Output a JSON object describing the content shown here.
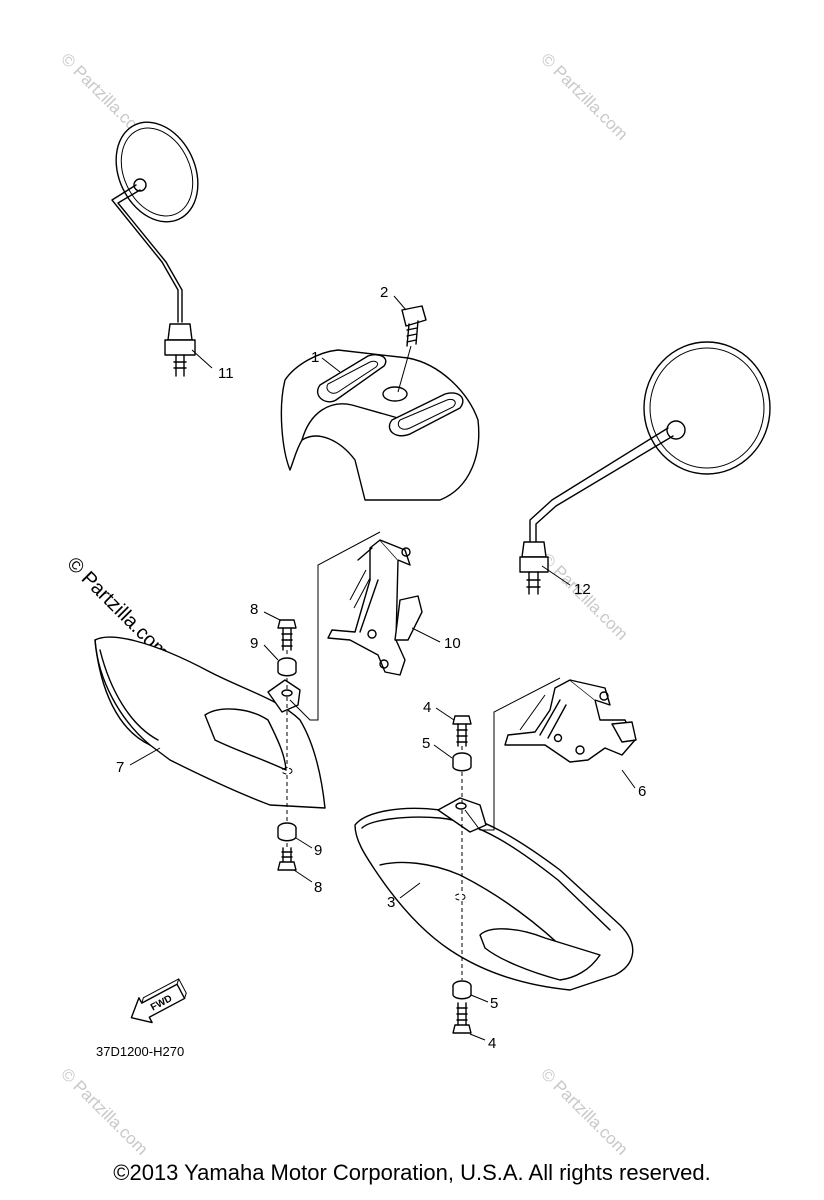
{
  "diagram_code": "37D1200-H270",
  "copyright": "©2013  Yamaha Motor Corporation, U.S.A. All rights reserved.",
  "watermark": "© Partzilla.com",
  "fwd_label": "FWD",
  "callouts": [
    "1",
    "2",
    "3",
    "4",
    "4",
    "5",
    "5",
    "6",
    "7",
    "8",
    "8",
    "9",
    "9",
    "10",
    "11",
    "12"
  ]
}
